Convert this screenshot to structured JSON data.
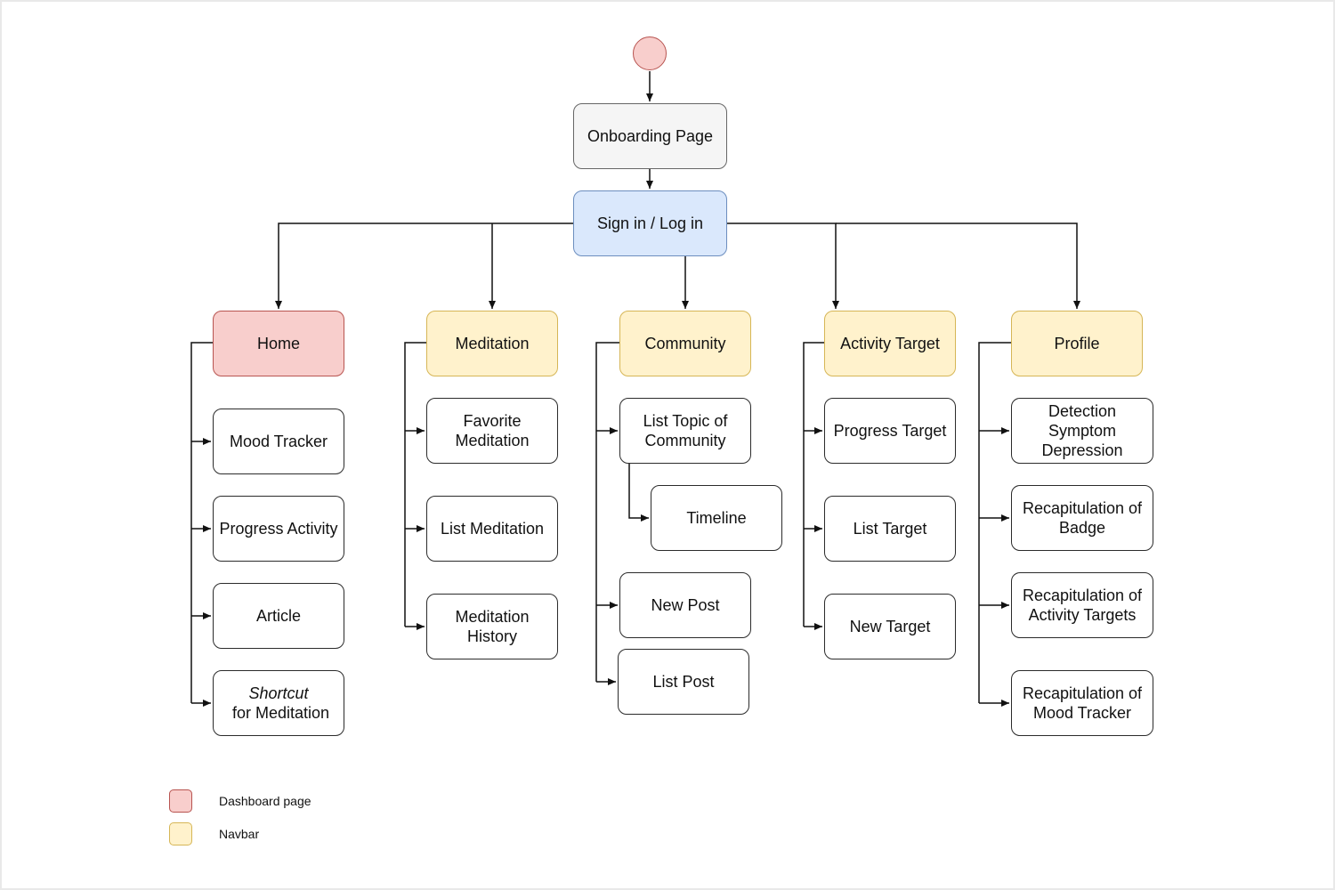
{
  "diagram": {
    "onboarding": "Onboarding Page",
    "signin": "Sign in / Log in",
    "home": {
      "title": "Home",
      "children": [
        "Mood Tracker",
        "Progress Activity",
        "Article"
      ],
      "shortcut": {
        "emph": "Shortcut",
        "rest": " for Meditation"
      }
    },
    "meditation": {
      "title": "Meditation",
      "children": [
        "Favorite Meditation",
        "List Meditation",
        "Meditation History"
      ]
    },
    "community": {
      "title": "Community",
      "children": [
        "List Topic of Community",
        "Timeline",
        "New Post",
        "List Post"
      ]
    },
    "activity": {
      "title": "Activity Target",
      "children": [
        "Progress Target",
        "List Target",
        "New Target"
      ]
    },
    "profile": {
      "title": "Profile",
      "children": [
        "Detection Symptom Depression",
        "Recapitulation of Badge",
        "Recapitulation of Activity Targets",
        "Recapitulation of Mood Tracker"
      ]
    }
  },
  "legend": {
    "dashboard": "Dashboard page",
    "navbar": "Navbar"
  },
  "colors": {
    "dashboard_fill": "#f8cecc",
    "dashboard_stroke": "#b85450",
    "navbar_fill": "#fff2cc",
    "navbar_stroke": "#d6b656",
    "signin_fill": "#dae8fc",
    "signin_stroke": "#6c8ebf",
    "onboarding_fill": "#f5f5f5"
  }
}
